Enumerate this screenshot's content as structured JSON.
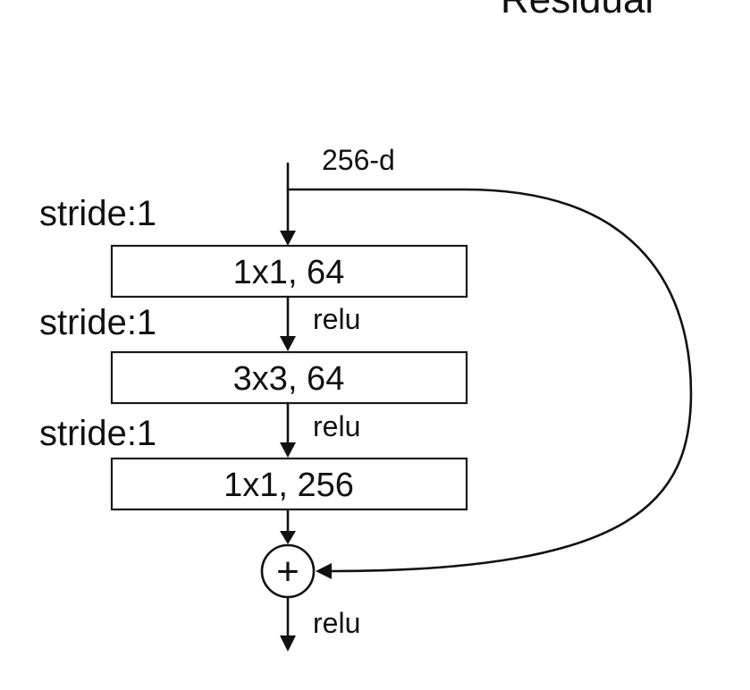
{
  "title_fragment": "Residual",
  "input_label": "256-d",
  "stride_labels": [
    "stride:1",
    "stride:1",
    "stride:1"
  ],
  "layers": [
    {
      "label": "1x1, 64"
    },
    {
      "label": "3x3, 64"
    },
    {
      "label": "1x1, 256"
    }
  ],
  "activation_labels": [
    "relu",
    "relu",
    "relu"
  ],
  "sum_symbol": "+"
}
